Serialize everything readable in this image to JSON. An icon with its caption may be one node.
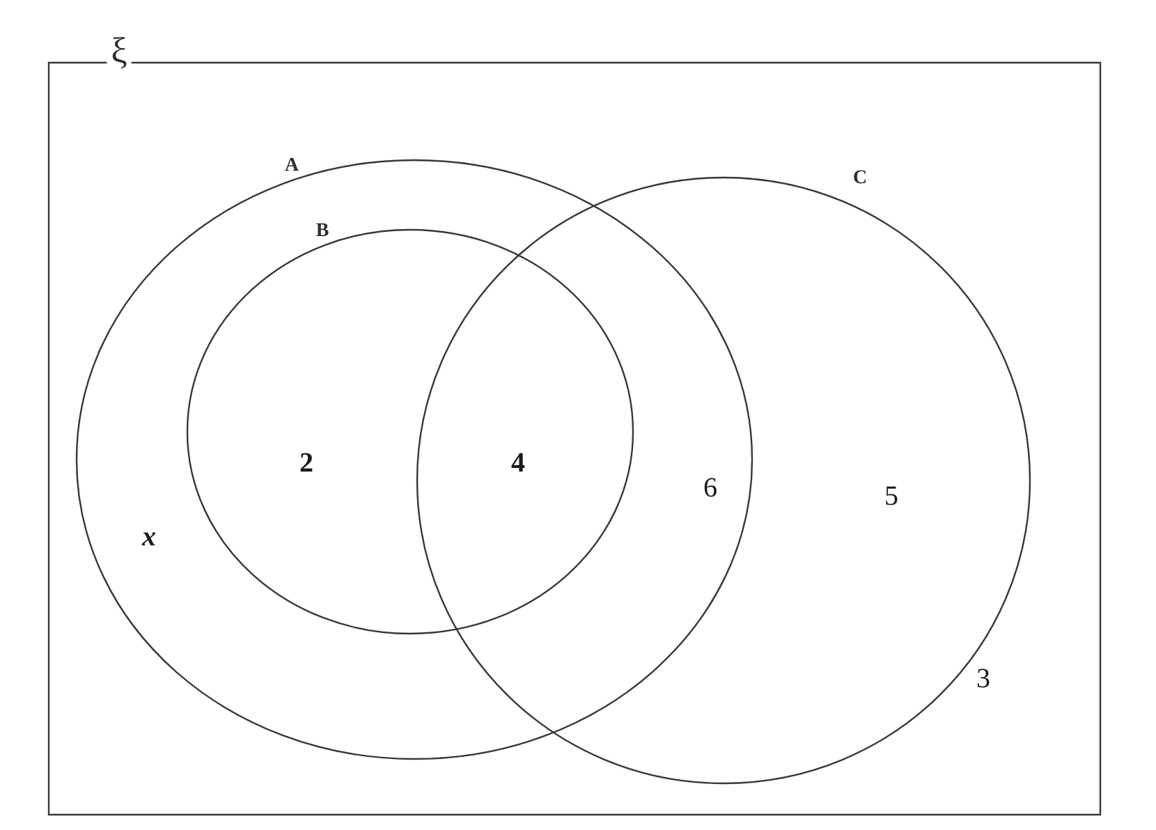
{
  "diagram": {
    "nodes": [
      {
        "text": [
          "ξ"
        ]
      },
      {
        "text": [
          "A"
        ],
        "in": 0
      },
      {
        "text": [
          "B"
        ],
        "in": 1
      },
      {
        "text": [
          "C"
        ],
        "in": 0
      }
    ],
    "labels": [
      "2",
      "4",
      "6",
      "5",
      "x",
      "3"
    ]
  }
}
